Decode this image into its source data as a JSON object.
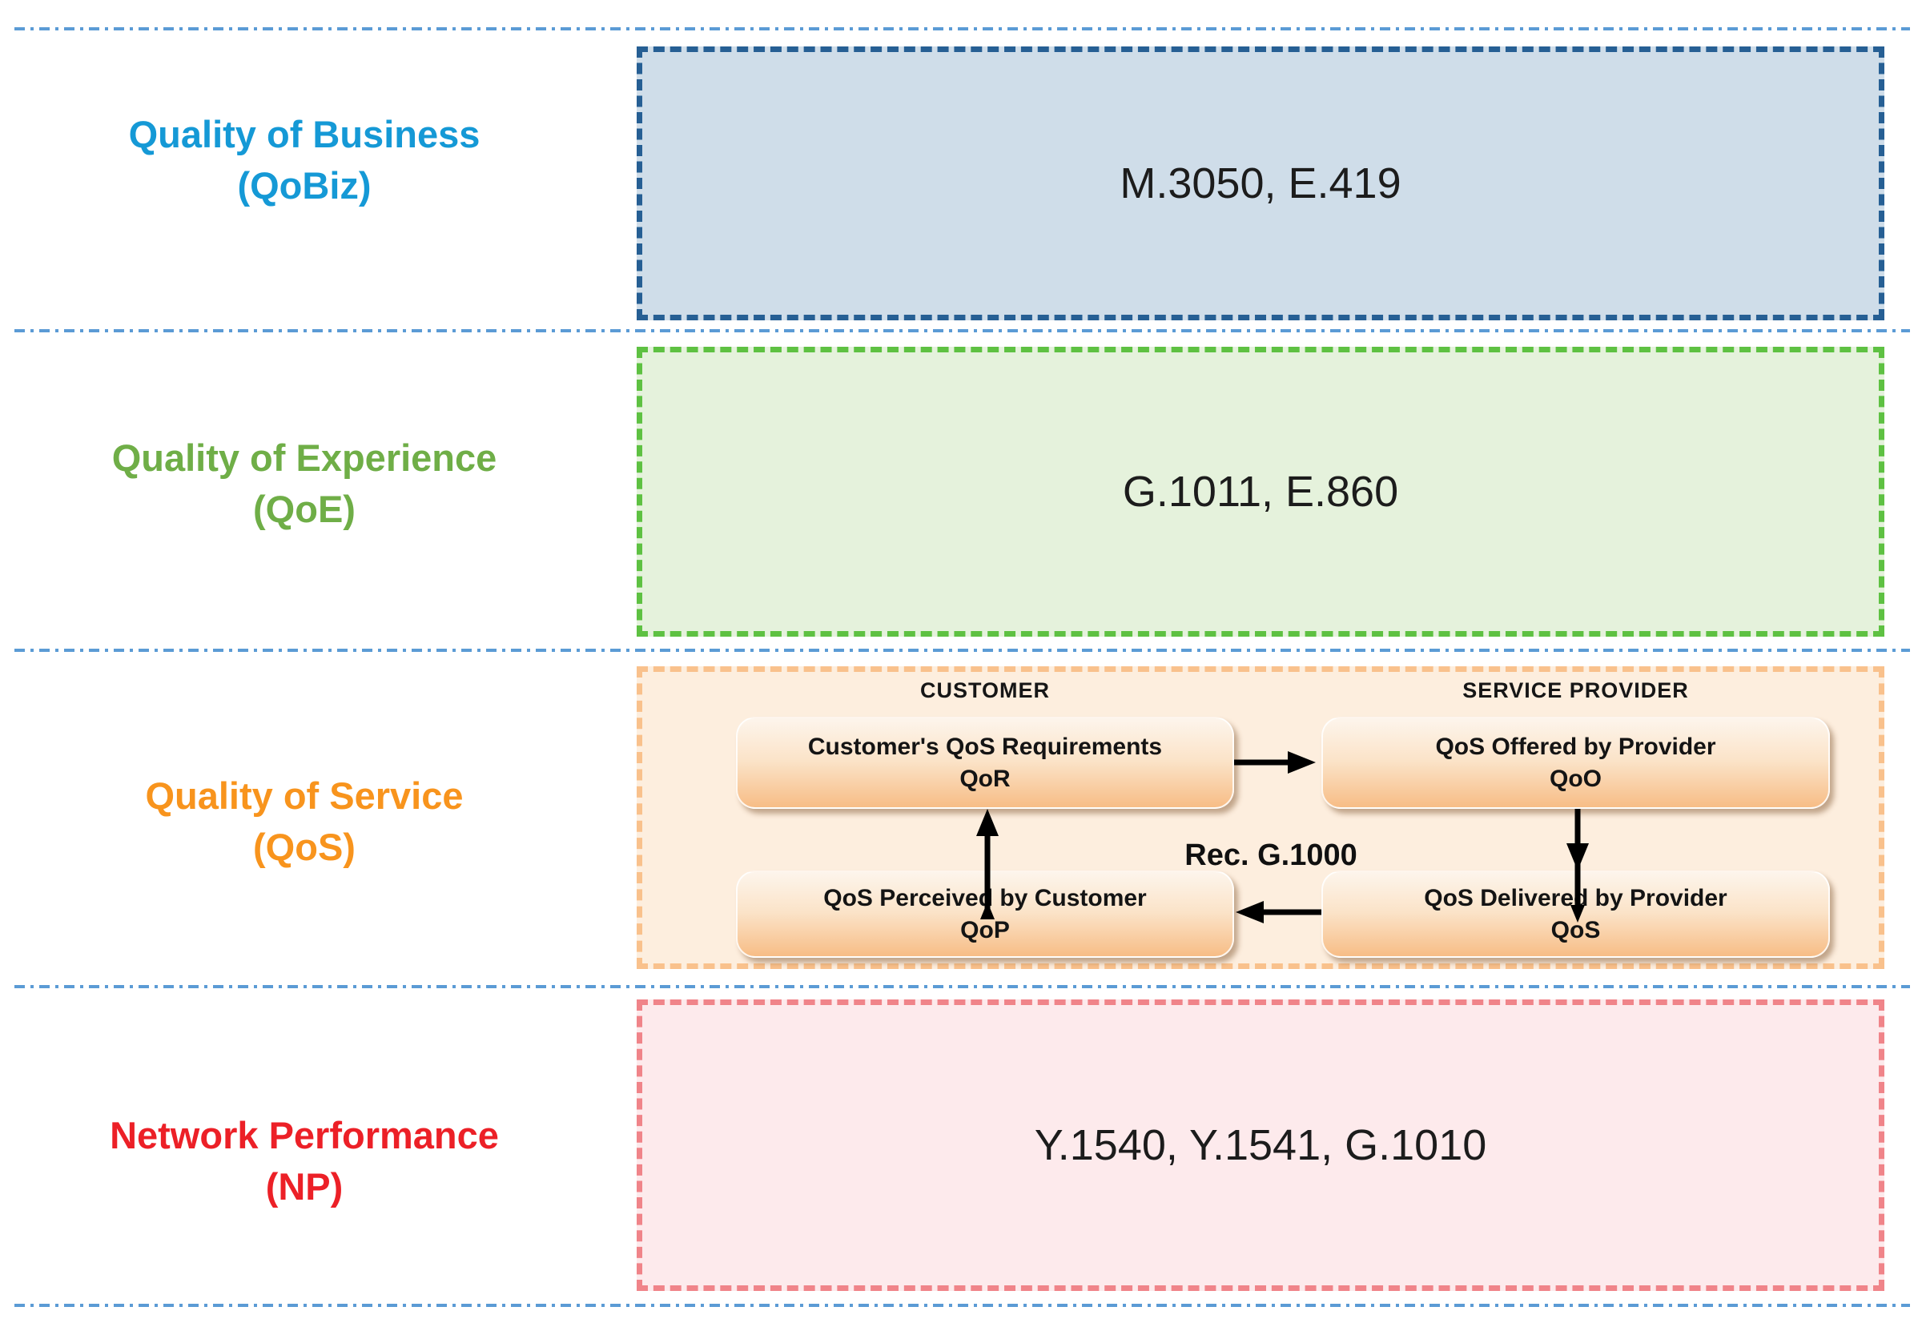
{
  "divider_color": "#5b9bd5",
  "bands": [
    {
      "name": "Quality of Business",
      "abbr": "(QoBiz)",
      "standards": "M.3050, E.419",
      "label_color": "#1599d6",
      "box_fill": "#cfdde9",
      "box_border": "#265f94"
    },
    {
      "name": "Quality of Experience",
      "abbr": "(QoE)",
      "standards": "G.1011, E.860",
      "label_color": "#6fae47",
      "box_fill": "#e5f2dc",
      "box_border": "#5ec142"
    },
    {
      "name": "Quality of Service",
      "abbr": "(QoS)",
      "label_color": "#f8941d",
      "box_fill": "#fdeede",
      "box_border": "#f9c18c"
    },
    {
      "name": "Network Performance",
      "abbr": "(NP)",
      "standards": "Y.1540, Y.1541, G.1010",
      "label_color": "#ec2027",
      "box_fill": "#fdeaec",
      "box_border": "#f08489"
    }
  ],
  "qos_diagram": {
    "customer_header": "CUSTOMER",
    "provider_header": "SERVICE PROVIDER",
    "recommendation": "Rec. G.1000",
    "nodes": {
      "qor": {
        "title": "Customer's QoS Requirements",
        "abbr": "QoR"
      },
      "qoo": {
        "title": "QoS Offered by Provider",
        "abbr": "QoO"
      },
      "qop": {
        "title": "QoS Perceived by Customer",
        "abbr": "QoP"
      },
      "qosd": {
        "title": "QoS Delivered by Provider",
        "abbr": "QoS"
      }
    },
    "arrows": [
      "qor-to-qoo",
      "qoo-to-qosd",
      "qosd-to-qop",
      "qop-to-qor"
    ],
    "node_gradient_top": "#fdf5ec",
    "node_gradient_bottom": "#f7bd86"
  }
}
